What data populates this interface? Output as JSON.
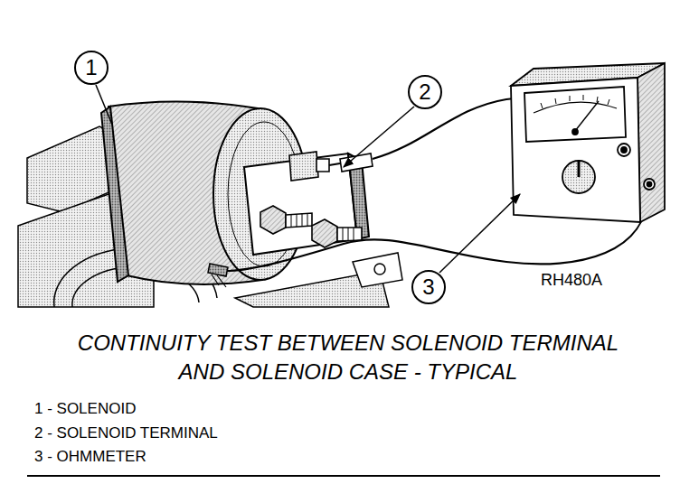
{
  "diagram": {
    "caption": "CONTINUITY TEST BETWEEN SOLENOID TERMINAL AND SOLENOID CASE - TYPICAL",
    "nodes": [
      {
        "text": [
          "1"
        ]
      },
      {
        "text": [
          "2"
        ]
      },
      {
        "text": [
          "3"
        ]
      }
    ],
    "labels": [
      "RH480A",
      "1 - SOLENOID",
      "2 - SOLENOID TERMINAL",
      "3 - OHMMETER"
    ]
  }
}
